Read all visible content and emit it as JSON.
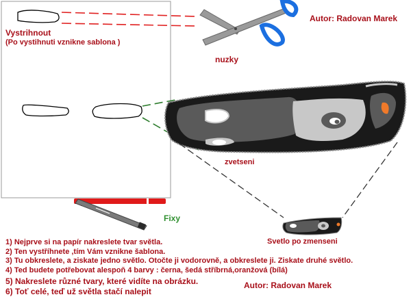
{
  "labels": {
    "author_top": "Autor: Radovan Marek",
    "cut_out": "Vystrihnout",
    "cut_out_note": "(Po vystihnuti vznikne sablona )",
    "scissors": "nuzky",
    "enlarged": "zvetseni",
    "markers": "Fixy",
    "light_reduced": "Svetlo po zmenseni",
    "author_bottom": "Autor: Radovan Marek"
  },
  "steps": [
    "1) Nejprve si na papír nakreslete tvar světla.",
    "2) Ten vystříhnete ,tím Vám vznikne šablona.",
    "3) Tu obkreslete, a ziskate jedno světlo. Otočte ji vodorovně, a obkreslete ji. Ziskate druhé světlo.",
    "4) Ted budete potřebovat alespoň 4 barvy : černa, šedá stříbrná,oranžová (bílá)",
    "5) Nakreslete různé tvary, které vidíte na obrázku.",
    "6) Toť celé, teď už světla stačí nalepit"
  ],
  "colors": {
    "text_red": "#a8101a",
    "text_green": "#2f8f2f",
    "dash_red": "#e02020",
    "dash_green": "#2e7d2e",
    "scissor_blue": "#1b6fe0",
    "scissor_gray": "#9a9a9a",
    "light_black": "#1a1a1a",
    "light_gray": "#5a5a5a",
    "light_silver": "#c8c8c8",
    "light_orange": "#f07a2a",
    "marker_red": "#e01a1a",
    "marker_gray": "#7a7a7a"
  },
  "icons": [
    "scissors-icon",
    "marker-icon",
    "paper-sheet",
    "light-template",
    "enlarged-light",
    "small-light"
  ]
}
